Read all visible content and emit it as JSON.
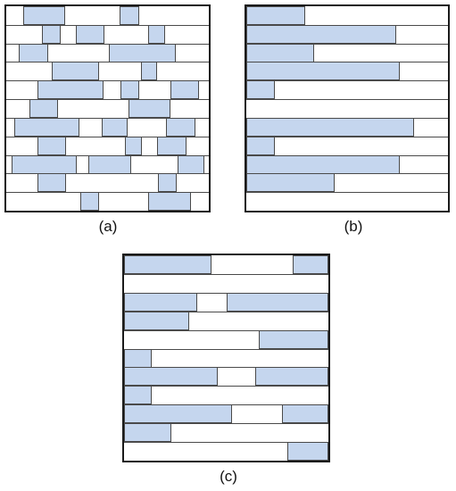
{
  "colors": {
    "block_fill": "#c5d6ee",
    "line": "#4a4a4a",
    "border": "#1a1a1a"
  },
  "panels": [
    {
      "id": "a",
      "caption": "(a)",
      "rows": [
        [
          [
            0.085,
            0.29
          ],
          [
            0.56,
            0.655
          ]
        ],
        [
          [
            0.175,
            0.27
          ],
          [
            0.345,
            0.485
          ],
          [
            0.7,
            0.785
          ]
        ],
        [
          [
            0.06,
            0.205
          ],
          [
            0.505,
            0.835
          ]
        ],
        [
          [
            0.225,
            0.46
          ],
          [
            0.665,
            0.745
          ]
        ],
        [
          [
            0.155,
            0.48
          ],
          [
            0.565,
            0.655
          ],
          [
            0.81,
            0.95
          ]
        ],
        [
          [
            0.115,
            0.255
          ],
          [
            0.605,
            0.81
          ]
        ],
        [
          [
            0.04,
            0.36
          ],
          [
            0.47,
            0.6
          ],
          [
            0.79,
            0.935
          ]
        ],
        [
          [
            0.155,
            0.295
          ],
          [
            0.585,
            0.67
          ],
          [
            0.745,
            0.89
          ]
        ],
        [
          [
            0.025,
            0.35
          ],
          [
            0.405,
            0.615
          ],
          [
            0.845,
            0.98
          ]
        ],
        [
          [
            0.155,
            0.295
          ],
          [
            0.75,
            0.84
          ]
        ],
        [
          [
            0.365,
            0.46
          ],
          [
            0.7,
            0.91
          ]
        ]
      ]
    },
    {
      "id": "b",
      "caption": "(b)",
      "rows": [
        [
          [
            0.0,
            0.29
          ]
        ],
        [
          [
            0.0,
            0.745
          ]
        ],
        [
          [
            0.0,
            0.335
          ]
        ],
        [
          [
            0.0,
            0.76
          ]
        ],
        [
          [
            0.0,
            0.14
          ]
        ],
        [],
        [
          [
            0.0,
            0.83
          ]
        ],
        [
          [
            0.0,
            0.14
          ]
        ],
        [
          [
            0.0,
            0.76
          ]
        ],
        [
          [
            0.0,
            0.44
          ]
        ],
        []
      ]
    },
    {
      "id": "c",
      "caption": "(c)",
      "rows": [
        [
          [
            0.0,
            0.43
          ],
          [
            0.825,
            1.0
          ]
        ],
        [],
        [
          [
            0.0,
            0.36
          ],
          [
            0.5,
            1.0
          ]
        ],
        [
          [
            0.0,
            0.32
          ]
        ],
        [
          [
            0.66,
            1.0
          ]
        ],
        [
          [
            0.0,
            0.135
          ]
        ],
        [
          [
            0.0,
            0.46
          ],
          [
            0.64,
            1.0
          ]
        ],
        [
          [
            0.0,
            0.135
          ]
        ],
        [
          [
            0.0,
            0.53
          ],
          [
            0.775,
            1.0
          ]
        ],
        [
          [
            0.0,
            0.23
          ]
        ],
        [
          [
            0.8,
            1.0
          ]
        ]
      ]
    }
  ]
}
